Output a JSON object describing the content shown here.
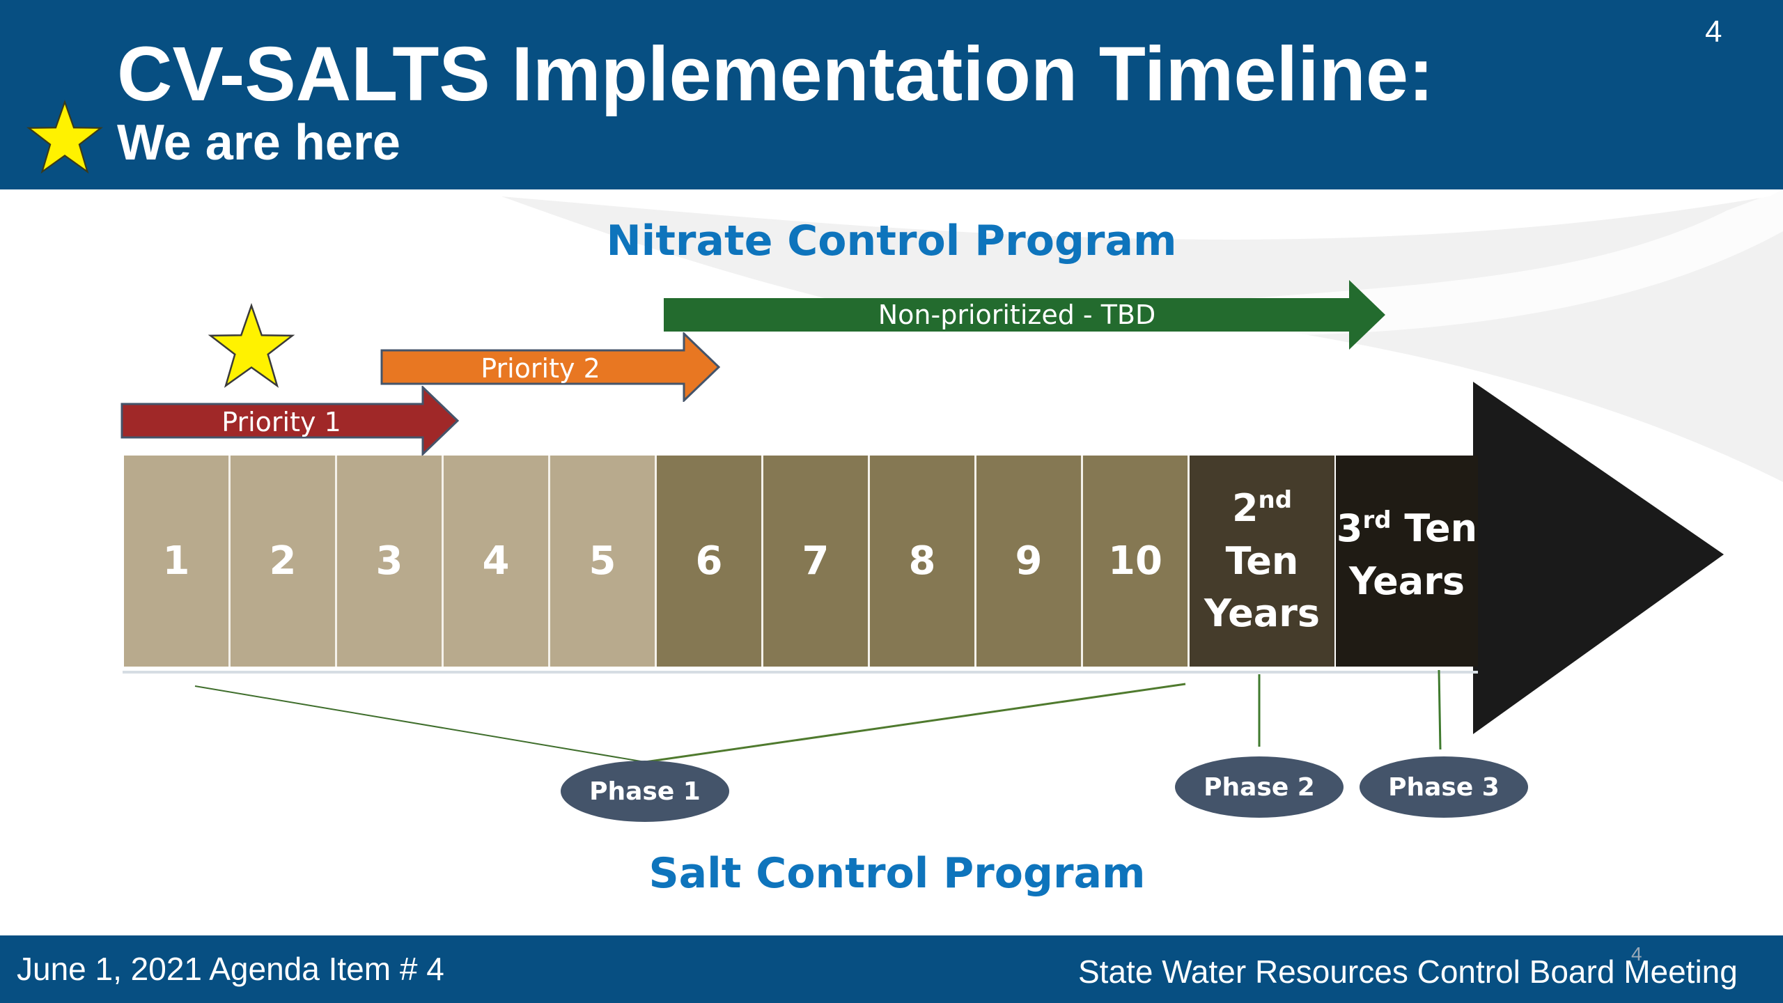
{
  "header": {
    "title": "CV-SALTS Implementation Timeline:",
    "subtitle": "We are here",
    "page_number": "4"
  },
  "nitrate_program": {
    "heading": "Nitrate Control Program",
    "arrows": [
      {
        "label": "Priority 1",
        "color": "#A02828"
      },
      {
        "label": "Priority 2",
        "color": "#E87722"
      },
      {
        "label": "Non-prioritized - TBD",
        "color": "#236B2E"
      }
    ]
  },
  "timeline": {
    "years": [
      "1",
      "2",
      "3",
      "4",
      "5",
      "6",
      "7",
      "8",
      "9",
      "10"
    ],
    "second_decade": {
      "ordinal": "2",
      "suffix": "nd",
      "line1": "Ten",
      "line2": "Years"
    },
    "third_decade": {
      "ordinal": "3",
      "suffix": "rd",
      "line1": "Ten",
      "line2": "Years"
    },
    "colors": {
      "early_years": "#B8AA8D",
      "later_years": "#857853",
      "second_decade": "#453C2B",
      "third_decade": "#1F1B14",
      "arrow": "#1A1A1A"
    }
  },
  "phases": [
    "Phase 1",
    "Phase 2",
    "Phase 3"
  ],
  "salt_program": {
    "heading": "Salt Control Program"
  },
  "footer": {
    "left": "June 1, 2021  Agenda Item # 4",
    "right": "State Water Resources Control Board Meeting",
    "page_number": "4"
  },
  "colors": {
    "header_bg": "#074F82",
    "heading_blue": "#0E74BC",
    "star": "#FFF200",
    "phase_bg": "#44546A"
  }
}
